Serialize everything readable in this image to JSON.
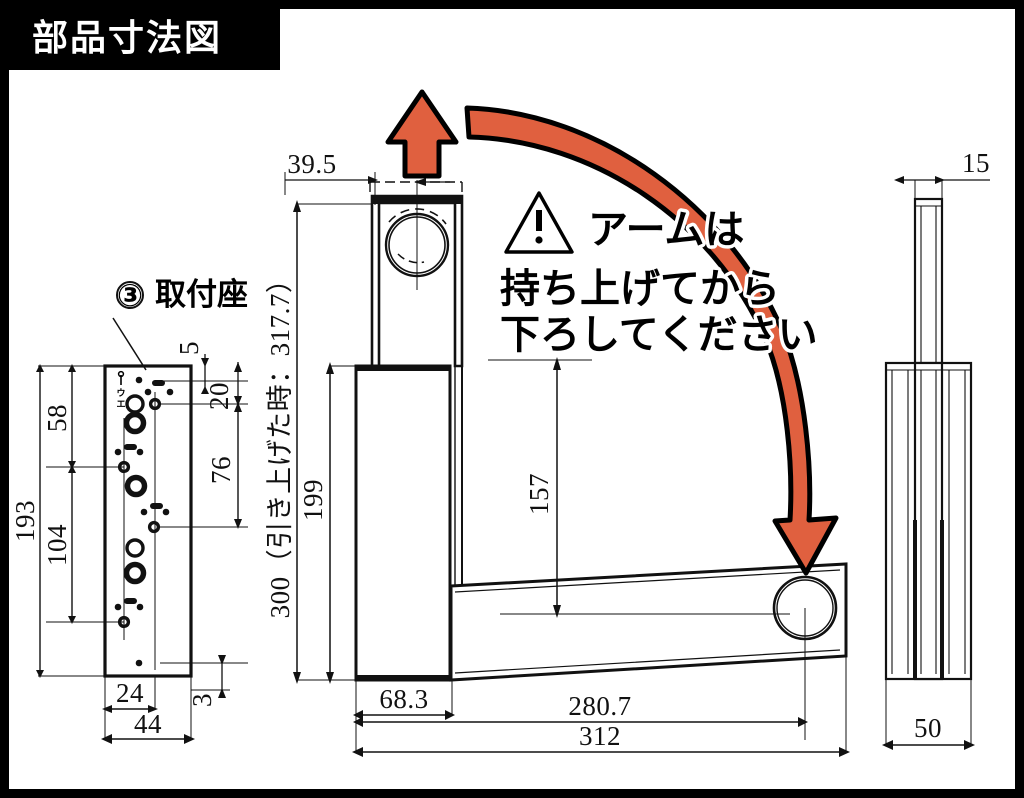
{
  "title": "部品寸法図",
  "warning": {
    "icon": "warning-triangle-icon",
    "line1": "アームは",
    "line2": "持ち上げてから",
    "line3": "下ろしてください"
  },
  "colors": {
    "arrow_orange": "#E0603F",
    "frame_black": "#000000",
    "line_black": "#111111",
    "background": "#FFFFFF"
  },
  "views": {
    "mounting_plate": {
      "callout_number": "③",
      "callout_label": "取付座",
      "orientation_mark": "ウエ",
      "dimensions": {
        "overall_height": "193",
        "mid_height": "104",
        "upper_height": "58",
        "top_offset": "5",
        "second_offset": "20",
        "hole_span": "76",
        "inner_width": "24",
        "overall_width": "44",
        "thickness": "3"
      }
    },
    "front_assembly": {
      "dimensions": {
        "top_width": "39.5",
        "total_height": "300（引き上げた時：317.7）",
        "body_height": "199",
        "arm_height": "157",
        "base_depth": "68.3",
        "arm_length": "280.7",
        "overall_length": "312"
      }
    },
    "side_view": {
      "dimensions": {
        "rail_thickness": "15",
        "overall_width": "50"
      }
    }
  }
}
